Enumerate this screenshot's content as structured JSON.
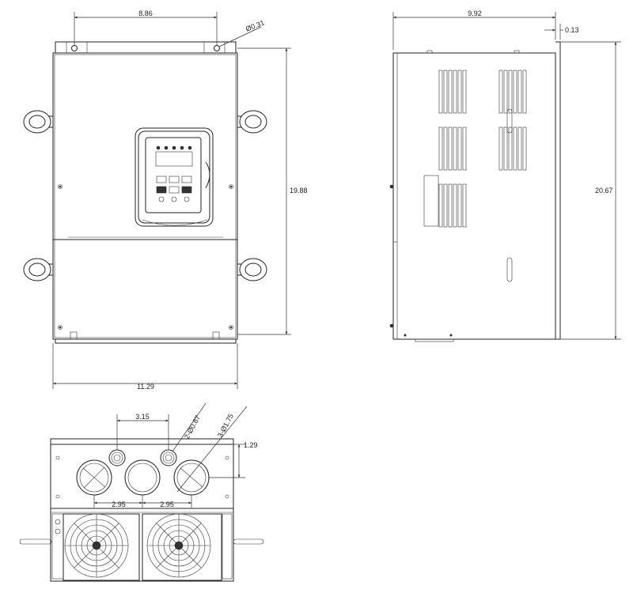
{
  "front_view": {
    "top_mount_spacing": "8.86",
    "mount_hole_dia": "Ø0.31",
    "mount_height": "19.88",
    "overall_width": "11.29"
  },
  "side_view": {
    "depth": "9.92",
    "offset": "0.13",
    "overall_height": "20.67"
  },
  "bottom_view": {
    "small_hole_spacing": "3.15",
    "small_hole_callout": "2-Ø0.87",
    "large_hole_callout": "3-Ø1.75",
    "edge_offset": "1.29",
    "large_hole_spacing_left": "2.95",
    "large_hole_spacing_right": "2.95"
  }
}
